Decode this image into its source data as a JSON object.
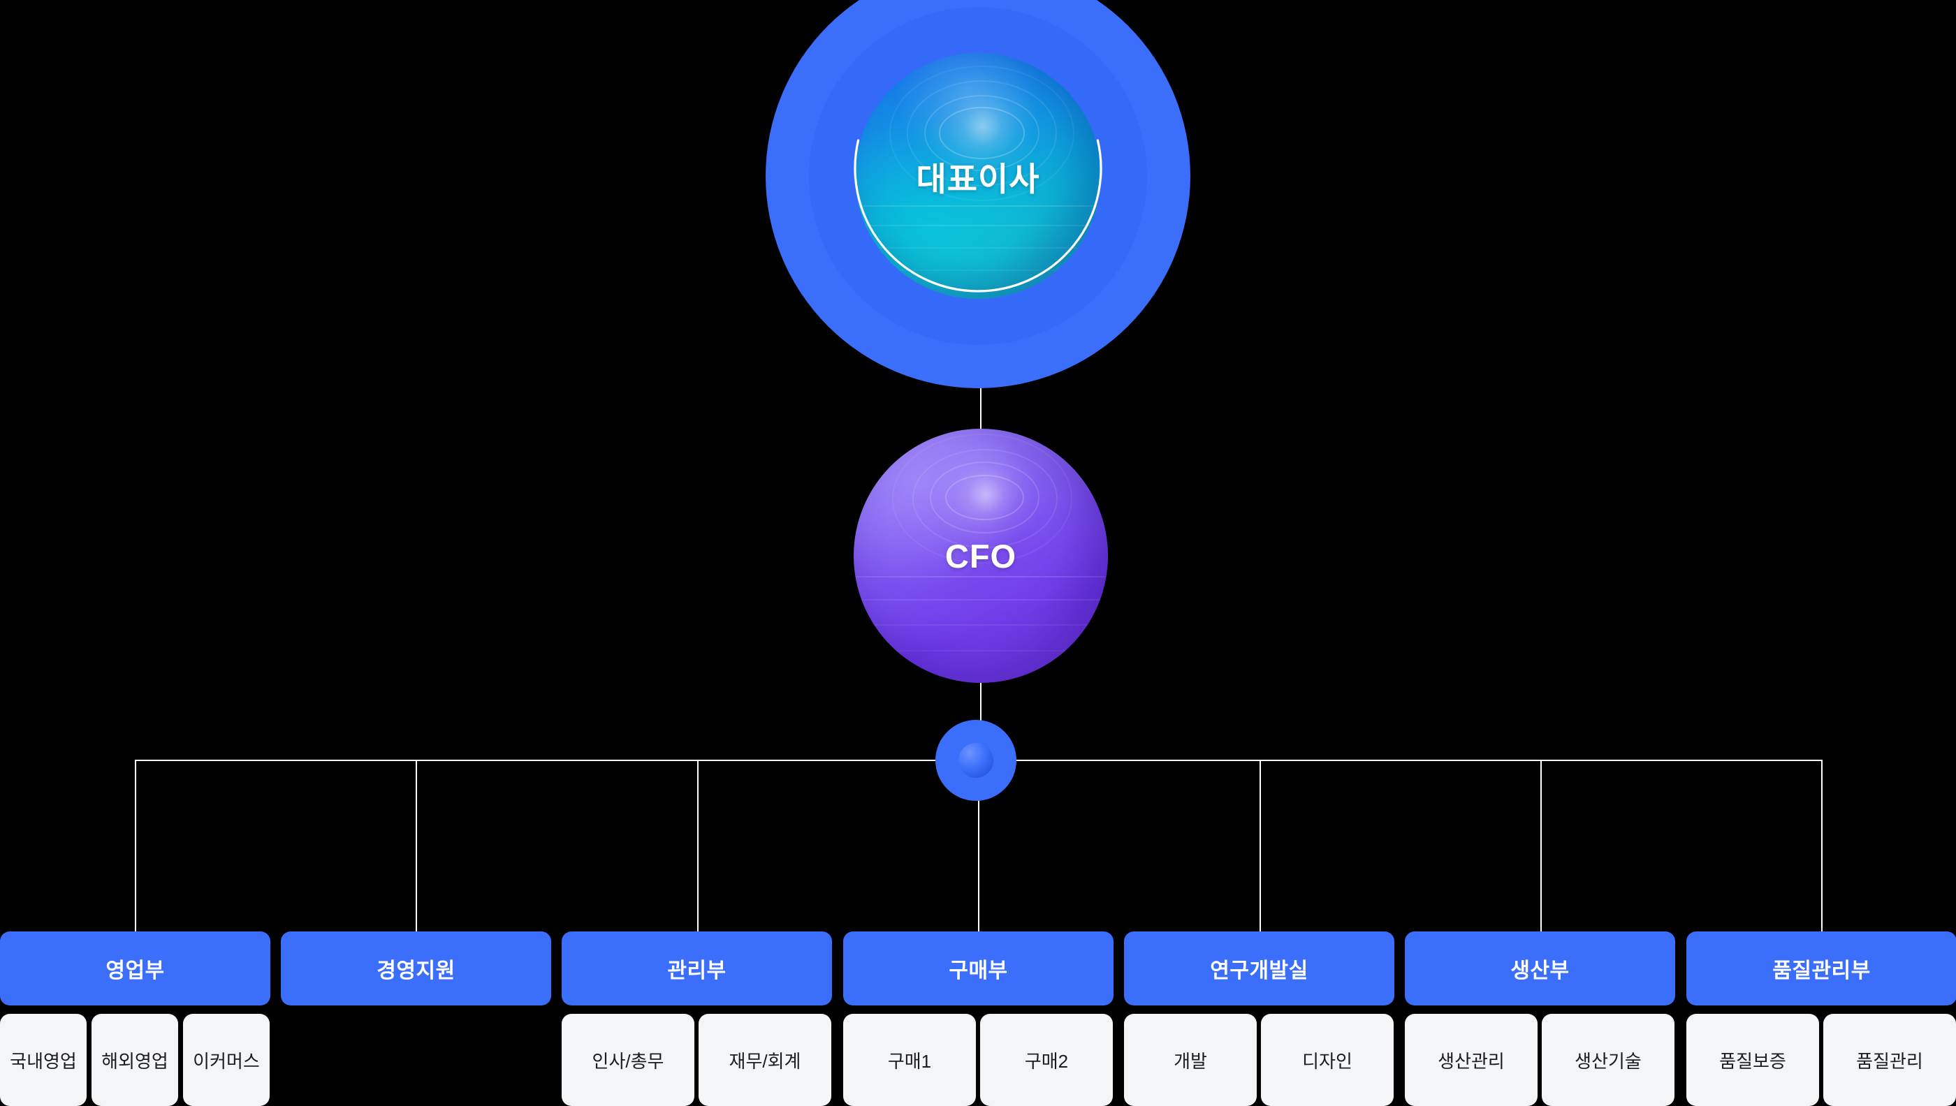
{
  "theme": {
    "background": "#000000",
    "accent_blue": "#3a6efb",
    "dept_box_fill": "#3a6efb",
    "dept_box_text": "#ffffff",
    "sub_box_fill": "#f4f5f7",
    "sub_box_text": "#1c1c1e",
    "connector_line": "#ffffff",
    "ceo_core_gradient": "#1871f0 to #1ec5c6",
    "cfo_core_gradient": "#9b84f6 to #6f3ceb"
  },
  "chart_data": {
    "type": "org-chart",
    "title": "",
    "nodes": {
      "ceo": {
        "label": "대표이사",
        "shape": "circle",
        "style": "blue-rings-water"
      },
      "cfo": {
        "label": "CFO",
        "shape": "circle",
        "style": "purple-water"
      },
      "junction": {
        "label": "",
        "shape": "circle",
        "style": "blue-dot"
      }
    },
    "departments": [
      {
        "label": "영업부",
        "subs": [
          "국내영업",
          "해외영업",
          "이커머스"
        ]
      },
      {
        "label": "경영지원",
        "subs": []
      },
      {
        "label": "관리부",
        "subs": [
          "인사/총무",
          "재무/회계"
        ]
      },
      {
        "label": "구매부",
        "subs": [
          "구매1",
          "구매2"
        ]
      },
      {
        "label": "연구개발실",
        "subs": [
          "개발",
          "디자인"
        ]
      },
      {
        "label": "생산부",
        "subs": [
          "생산관리",
          "생산기술"
        ]
      },
      {
        "label": "품질관리부",
        "subs": [
          "품질보증",
          "품질관리"
        ]
      }
    ],
    "edges": [
      {
        "from": "ceo",
        "to": "cfo"
      },
      {
        "from": "cfo",
        "to": "junction"
      },
      {
        "from": "junction",
        "to": "영업부"
      },
      {
        "from": "junction",
        "to": "경영지원"
      },
      {
        "from": "junction",
        "to": "관리부"
      },
      {
        "from": "junction",
        "to": "구매부"
      },
      {
        "from": "junction",
        "to": "연구개발실"
      },
      {
        "from": "junction",
        "to": "생산부"
      },
      {
        "from": "junction",
        "to": "품질관리부"
      }
    ]
  }
}
